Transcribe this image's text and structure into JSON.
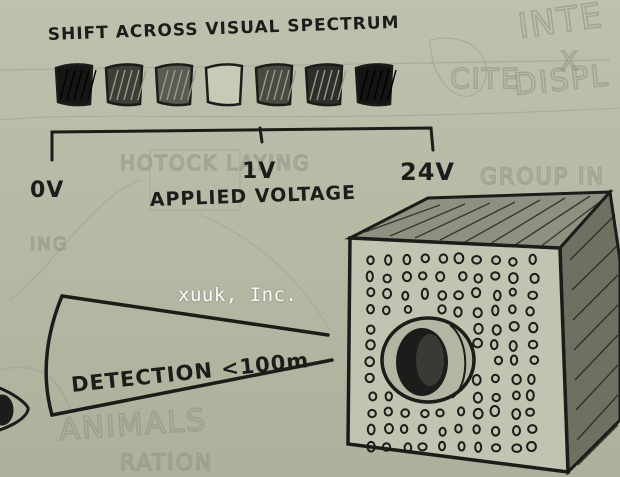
{
  "sketch": {
    "title": "SHIFT ACROSS VISUAL SPECTRUM",
    "scale_labels": {
      "min": "0V",
      "mid": "1V",
      "max": "24V"
    },
    "axis_label": "APPLIED VOLTAGE",
    "cone_label": "DETECTION <100m",
    "swatch_count": 7
  },
  "watermark": {
    "text": "xuuk, Inc."
  },
  "colors": {
    "ink": "#1d1c1a",
    "paper": "#bcbeaa",
    "watermark": "#ffffff"
  }
}
